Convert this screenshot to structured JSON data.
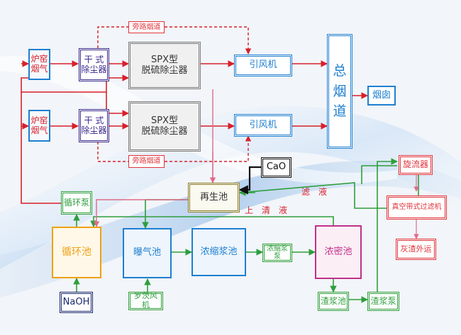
{
  "boxes": {
    "furnace_gas_1": "炉窑\n烟气",
    "furnace_gas_2": "炉窑\n烟气",
    "dry_collector_1": "干 式\n除尘器",
    "dry_collector_2": "干 式\n除尘器",
    "spx_1": "SPX型\n脱硫除尘器",
    "spx_2": "SPX型\n脱硫除尘器",
    "bypass_1": "旁路烟道",
    "bypass_2": "旁路烟道",
    "fan_1": "引风机",
    "fan_2": "引风机",
    "main_flue": "总\n烟\n道",
    "chimney": "烟囱",
    "cao": "CaO",
    "regen_tank": "再生池",
    "circ_pump": "循环泵",
    "circ_tank": "循环池",
    "naoh": "NaOH",
    "aeration_tank": "曝气池",
    "roots_blower": "罗茨风机",
    "slurry_tank": "浓缩浆池",
    "slurry_pump": "浓缩浆泵",
    "thickener": "浓密池",
    "residue_tank": "渣浆池",
    "residue_pump": "渣浆泵",
    "hydrocyclone": "旋流器",
    "vacuum_filter": "真空带式过滤机",
    "ash_transport": "灰渣外运"
  },
  "labels": {
    "filtrate": "滤　液",
    "supernatant": "上　清　液"
  },
  "colors": {
    "gas_line": "#d8202b",
    "liquid_line": "#2e9e3c",
    "red_box": "#e0343c",
    "blue_box": "#1e7fd0",
    "purple_box": "#3b2a8c",
    "gray_box": "#7b7b7b",
    "orange_box": "#f0a015",
    "olive_box": "#8a7a2a",
    "magenta_box": "#c0308a",
    "green_box": "#2e9e3c",
    "navy_box": "#1c2a6e",
    "black_box": "#111111"
  }
}
